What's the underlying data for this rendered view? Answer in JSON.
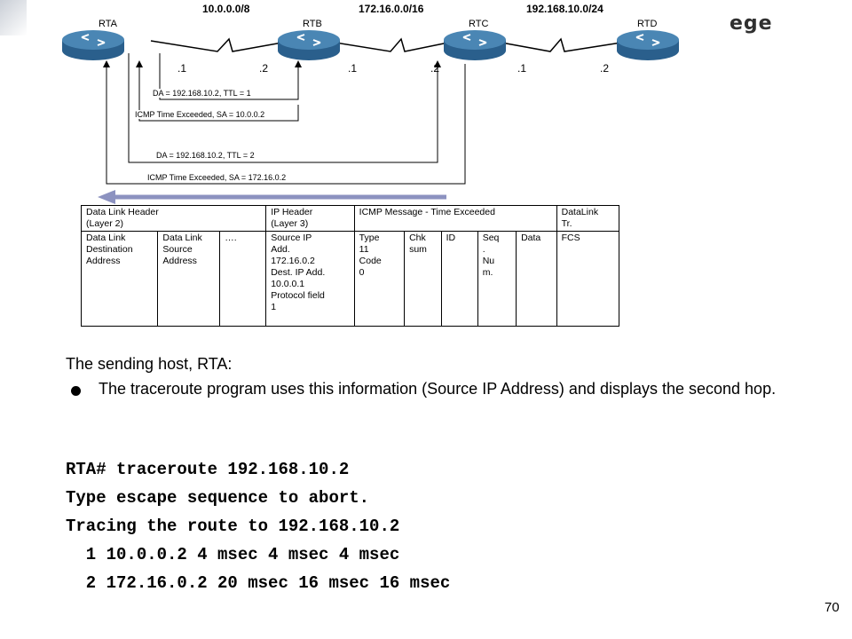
{
  "logo_fragment": "ege",
  "networks": [
    "10.0.0.0/8",
    "172.16.0.0/16",
    "192.168.10.0/24"
  ],
  "routers": [
    "RTA",
    "RTB",
    "RTC",
    "RTD"
  ],
  "interfaces": [
    ".1",
    ".2",
    ".1",
    ".2",
    ".1",
    ".2"
  ],
  "packets": [
    "DA = 192.168.10.2,   TTL = 1",
    "ICMP Time Exceeded, SA =  10.0.0.2",
    "DA = 192.168.10.2,   TTL = 2",
    "ICMP Time Exceeded, SA =  172.16.0.2"
  ],
  "frame": {
    "headers": [
      "Data Link Header\n(Layer 2)",
      "IP Header\n(Layer 3)",
      "ICMP Message - Time Exceeded",
      "DataLink\nTr."
    ],
    "cells": [
      "Data Link\nDestination\nAddress",
      "Data Link\nSource\nAddress",
      "….",
      "Source IP\nAdd.\n172.16.0.2\nDest. IP Add.\n10.0.0.1\nProtocol field\n1",
      "Type\n11\nCode\n0",
      "Chk\nsum",
      "ID",
      "Seq\n.\nNu\nm.",
      "Data",
      "FCS"
    ]
  },
  "text": {
    "intro": "The sending host, RTA:",
    "bullet": "The traceroute program uses this information (Source IP Address) and displays the second hop."
  },
  "console": [
    "RTA# traceroute 192.168.10.2",
    "Type escape sequence to abort.",
    "Tracing the route to 192.168.10.2",
    "  1 10.0.0.2 4 msec 4 msec 4 msec",
    "  2 172.16.0.2 20 msec 16 msec 16 msec"
  ],
  "page_number": "70",
  "colors": {
    "router": "#4a86b4",
    "router_dark": "#2a5f8c",
    "arrow": "#8c92c0"
  }
}
